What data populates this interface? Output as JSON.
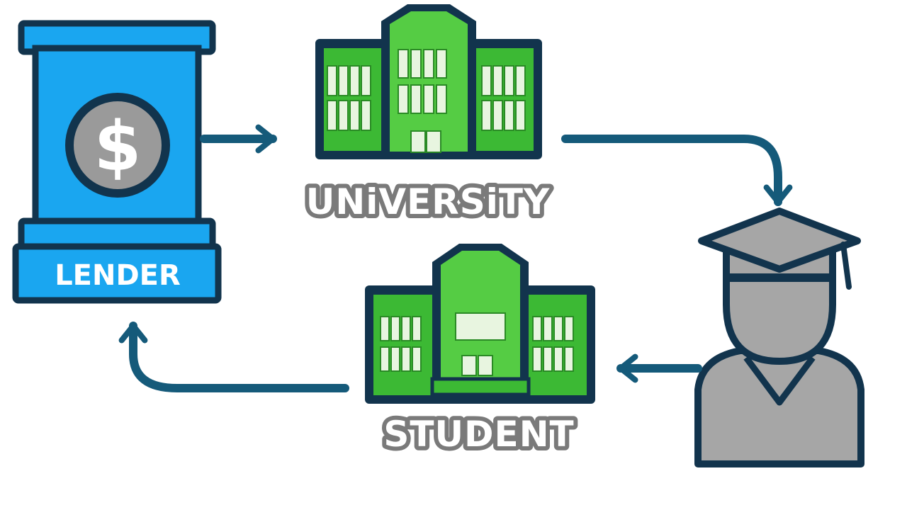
{
  "nodes": {
    "lender": {
      "label": "LENDER",
      "symbol": "$"
    },
    "university": {
      "label": "UNiVERSiTY"
    },
    "student": {
      "label": "STUDENT"
    }
  },
  "colors": {
    "lender_blue": "#1aa6f0",
    "outline_navy": "#12344d",
    "building_green": "#3cb934",
    "building_light": "#55cc44",
    "arrow": "#155a7a",
    "graduate_gray": "#a6a6a6",
    "label_outline": "#7a7a7a"
  },
  "icons": [
    "dollar-icon",
    "university-building-icon",
    "student-building-icon",
    "graduate-icon"
  ]
}
